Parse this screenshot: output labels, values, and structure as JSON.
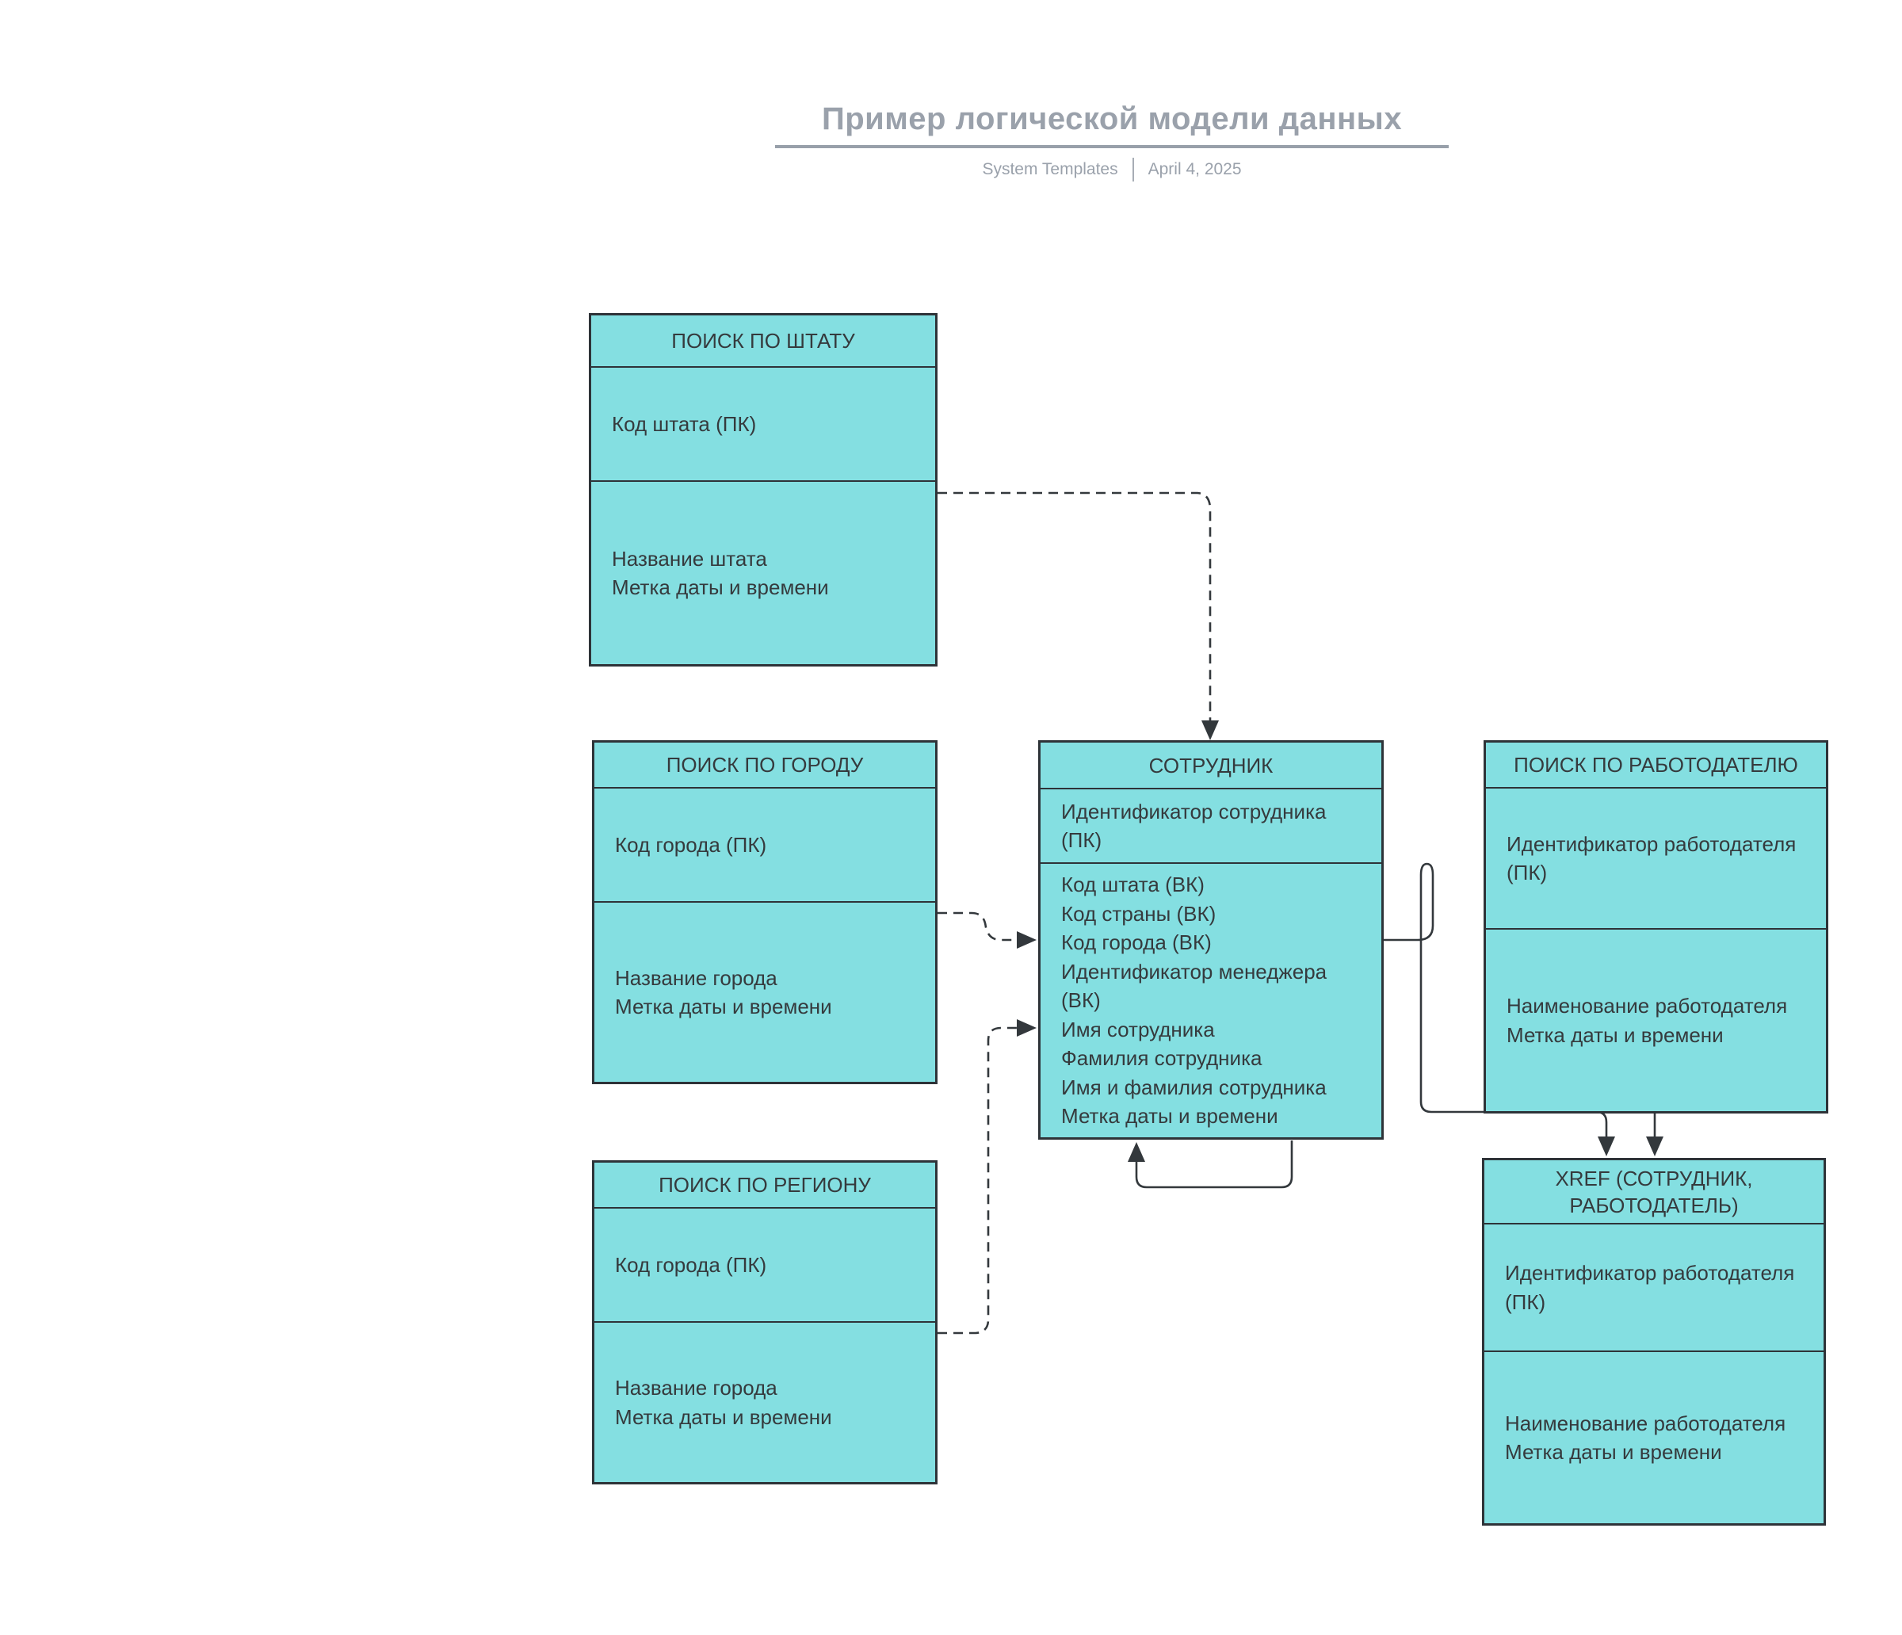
{
  "header": {
    "title": "Пример логической модели данных",
    "subtitle_left": "System Templates",
    "subtitle_right": "April 4, 2025"
  },
  "colors": {
    "entity_fill": "#84dfe1",
    "entity_border": "#2e3338",
    "entity_text": "#353a3d",
    "muted_text": "#9aa1ab",
    "connector": "#33383c"
  },
  "entities": [
    {
      "id": "state-lookup",
      "title": "ПОИСК ПО ШТАТУ",
      "pk": "Код штата (ПК)",
      "attrs": "Название штата\nМетка даты и времени"
    },
    {
      "id": "city-lookup",
      "title": "ПОИСК ПО ГОРОДУ",
      "pk": "Код города (ПК)",
      "attrs": "Название города\nМетка даты и времени"
    },
    {
      "id": "region-lookup",
      "title": "ПОИСК ПО РЕГИОНУ",
      "pk": "Код города (ПК)",
      "attrs": "Название города\nМетка даты и времени"
    },
    {
      "id": "employee",
      "title": "СОТРУДНИК",
      "pk": "Идентификатор сотрудника\n(ПК)",
      "attrs": "Код штата (ВК)\nКод страны (ВК)\nКод города (ВК)\nИдентификатор менеджера\n(ВК)\nИмя сотрудника\nФамилия сотрудника\nИмя и фамилия сотрудника\nМетка даты и времени"
    },
    {
      "id": "employer-lookup",
      "title": "ПОИСК ПО РАБОТОДАТЕЛЮ",
      "pk": "Идентификатор работодателя\n(ПК)",
      "attrs": "Наименование работодателя\nМетка даты и времени"
    },
    {
      "id": "xref",
      "title": "XREF (СОТРУДНИК,\nРАБОТОДАТЕЛЬ)",
      "pk": "Идентификатор работодателя\n(ПК)",
      "attrs": "Наименование работодателя\nМетка даты и времени"
    }
  ],
  "connectors": [
    {
      "from": "state-lookup",
      "to": "employee",
      "style": "dashed"
    },
    {
      "from": "city-lookup",
      "to": "employee",
      "style": "dashed"
    },
    {
      "from": "region-lookup",
      "to": "employee",
      "style": "dashed"
    },
    {
      "from": "employee",
      "to": "xref",
      "style": "solid"
    },
    {
      "from": "employer-lookup",
      "to": "xref",
      "style": "solid"
    },
    {
      "from": "employee",
      "to": "employee",
      "style": "solid",
      "note": "self-reference (manager)"
    }
  ]
}
